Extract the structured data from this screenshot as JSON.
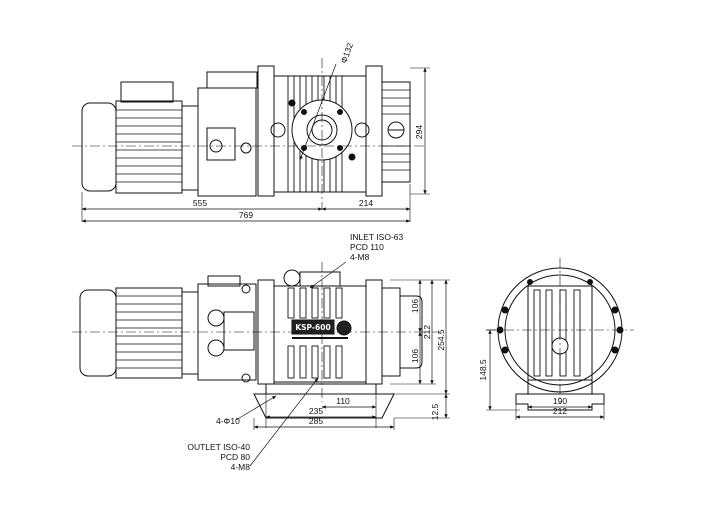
{
  "top_view": {
    "dim_motor_to_center": "555",
    "dim_center_to_end": "214",
    "dim_total_length": "769",
    "dim_flange_dia": "Φ132",
    "dim_height": "294"
  },
  "front_view": {
    "inlet_note": [
      "INLET ISO-63",
      "PCD 110",
      "4-M8"
    ],
    "outlet_note": [
      "OUTLET ISO-40",
      "PCD 80",
      "4-M8"
    ],
    "dim_foot_holes": "4-Φ10",
    "dim_half_upper": "106",
    "dim_half_lower": "106",
    "dim_212": "212",
    "dim_254": "254.5",
    "dim_base_thickness": "12.5",
    "dim_110": "110",
    "dim_235": "235",
    "dim_285": "285",
    "nameplate": "KSP-600"
  },
  "side_view": {
    "dim_axis_height": "148.5",
    "dim_190": "190",
    "dim_212": "212"
  }
}
